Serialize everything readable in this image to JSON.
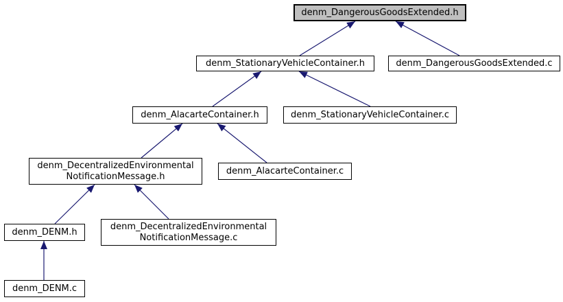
{
  "diagram": {
    "type": "include-dependency-graph",
    "root_file": "denm_DangerousGoodsExtended.h",
    "nodes": [
      {
        "id": "denm_DangerousGoodsExtended.h",
        "label": "denm_DangerousGoodsExtended.h",
        "highlighted": true
      },
      {
        "id": "denm_StationaryVehicleContainer.h",
        "label": "denm_StationaryVehicleContainer.h",
        "highlighted": false
      },
      {
        "id": "denm_DangerousGoodsExtended.c",
        "label": "denm_DangerousGoodsExtended.c",
        "highlighted": false
      },
      {
        "id": "denm_AlacarteContainer.h",
        "label": "denm_AlacarteContainer.h",
        "highlighted": false
      },
      {
        "id": "denm_StationaryVehicleContainer.c",
        "label": "denm_StationaryVehicleContainer.c",
        "highlighted": false
      },
      {
        "id": "denm_DecentralizedEnvironmentalNotificationMessage.h",
        "label": "denm_DecentralizedEnvironmental\nNotificationMessage.h",
        "highlighted": false
      },
      {
        "id": "denm_AlacarteContainer.c",
        "label": "denm_AlacarteContainer.c",
        "highlighted": false
      },
      {
        "id": "denm_DENM.h",
        "label": "denm_DENM.h",
        "highlighted": false
      },
      {
        "id": "denm_DecentralizedEnvironmentalNotificationMessage.c",
        "label": "denm_DecentralizedEnvironmental\nNotificationMessage.c",
        "highlighted": false
      },
      {
        "id": "denm_DENM.c",
        "label": "denm_DENM.c",
        "highlighted": false
      }
    ],
    "edges": [
      {
        "from": "denm_StationaryVehicleContainer.h",
        "to": "denm_DangerousGoodsExtended.h"
      },
      {
        "from": "denm_DangerousGoodsExtended.c",
        "to": "denm_DangerousGoodsExtended.h"
      },
      {
        "from": "denm_AlacarteContainer.h",
        "to": "denm_StationaryVehicleContainer.h"
      },
      {
        "from": "denm_StationaryVehicleContainer.c",
        "to": "denm_StationaryVehicleContainer.h"
      },
      {
        "from": "denm_DecentralizedEnvironmentalNotificationMessage.h",
        "to": "denm_AlacarteContainer.h"
      },
      {
        "from": "denm_AlacarteContainer.c",
        "to": "denm_AlacarteContainer.h"
      },
      {
        "from": "denm_DENM.h",
        "to": "denm_DecentralizedEnvironmentalNotificationMessage.h"
      },
      {
        "from": "denm_DecentralizedEnvironmentalNotificationMessage.c",
        "to": "denm_DecentralizedEnvironmentalNotificationMessage.h"
      },
      {
        "from": "denm_DENM.c",
        "to": "denm_DENM.h"
      }
    ]
  },
  "colors": {
    "arrow": "#191970",
    "node_border": "#000000",
    "node_fill": "#ffffff",
    "highlight_fill": "#bfbfbf",
    "text": "#000000",
    "background": "#ffffff"
  }
}
